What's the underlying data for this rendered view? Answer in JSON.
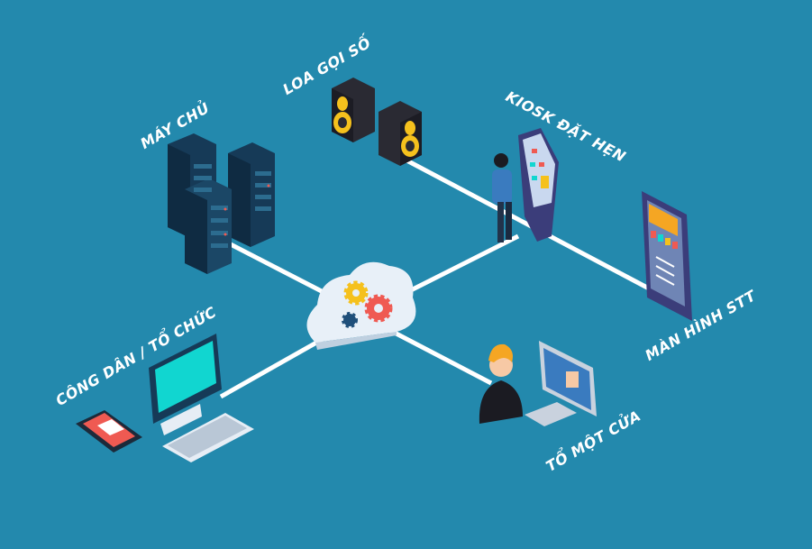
{
  "labels": {
    "speakers": "LOA GỌI SỐ",
    "servers": "MÁY CHỦ",
    "kiosk": "KIOSK ĐẶT HẸN",
    "display": "MÀN HÌNH STT",
    "citizen": "CÔNG DÂN / TỔ CHỨC",
    "desk": "TỔ MỘT CỬA"
  },
  "colors": {
    "background": "#2389ad",
    "connector": "#ffffff",
    "gear_yellow": "#f5c11d",
    "gear_red": "#ef5a52",
    "screen_cyan": "#11d6d0"
  }
}
